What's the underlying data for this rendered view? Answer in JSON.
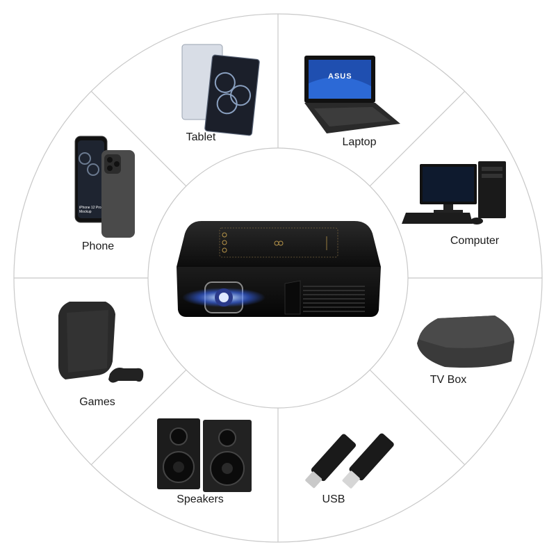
{
  "center": {
    "device": "mini-projector"
  },
  "segments": [
    {
      "id": "tablet",
      "label": "Tablet",
      "icon": "tablet-icon"
    },
    {
      "id": "laptop",
      "label": "Laptop",
      "icon": "laptop-icon",
      "brand_text": "ASUS"
    },
    {
      "id": "computer",
      "label": "Computer",
      "icon": "desktop-computer-icon"
    },
    {
      "id": "tvbox",
      "label": "TV Box",
      "icon": "tv-box-icon"
    },
    {
      "id": "usb",
      "label": "USB",
      "icon": "usb-drive-icon"
    },
    {
      "id": "speakers",
      "label": "Speakers",
      "icon": "speakers-icon"
    },
    {
      "id": "games",
      "label": "Games",
      "icon": "game-console-icon"
    },
    {
      "id": "phone",
      "label": "Phone",
      "icon": "smartphone-icon",
      "screen_text": "iPhone 12 Pro Mockup"
    }
  ],
  "colors": {
    "ring_line": "#c8c8c8",
    "device_body": "#111111",
    "lens_glow": "#3a6bff"
  }
}
